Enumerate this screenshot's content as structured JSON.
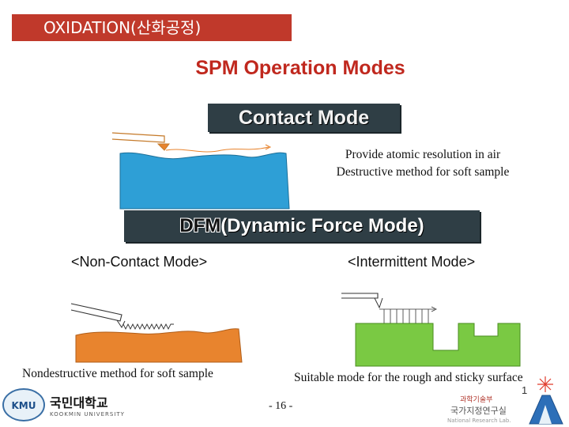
{
  "header": {
    "banner_text": "OXIDATION(산화공정)",
    "banner_color": "#c0392b"
  },
  "title": "SPM Operation Modes",
  "contact": {
    "box_label": "Contact Mode",
    "desc_line1": "Provide atomic resolution in air",
    "desc_line2": "Destructive method for soft sample"
  },
  "dfm": {
    "label_part1": "DFM",
    "label_part2": "(Dynamic Force Mode)"
  },
  "noncontact": {
    "label": "<Non-Contact Mode>",
    "desc": "Nondestructive method for soft sample"
  },
  "intermittent": {
    "label": "<Intermittent Mode>",
    "desc": "Suitable mode for the rough and sticky surface"
  },
  "footer": {
    "page_number": "- 16 -",
    "slide_number": "1",
    "university_ko": "국민대학교",
    "university_en": "KOOKMIN UNIVERSITY",
    "university_logo_text": "KMU",
    "ministry_ko": "과학기술부",
    "lab_ko": "국가지정연구실",
    "lab_en": "National Research Lab."
  },
  "colors": {
    "title": "#c0281e",
    "box_bg": "#2f3e45",
    "sample_blue": "#2e9fd6",
    "sample_orange": "#e8842e",
    "sample_green": "#7ac943"
  }
}
